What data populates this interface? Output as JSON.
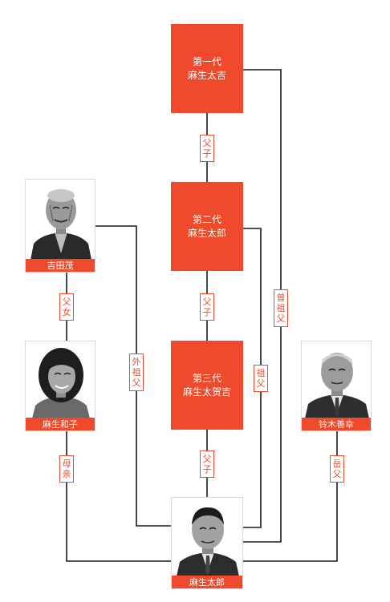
{
  "generations": {
    "first": {
      "line1": "第一代",
      "line2": "麻生太吉"
    },
    "second": {
      "line1": "第二代",
      "line2": "麻生太郎"
    },
    "third": {
      "line1": "第三代",
      "line2": "麻生太贺吉"
    }
  },
  "people": {
    "yoshida": {
      "name": "吉田茂"
    },
    "kazuko": {
      "name": "麻生和子"
    },
    "suzuki": {
      "name": "铃木善幸"
    },
    "taro": {
      "name": "麻生太郎"
    }
  },
  "relations": {
    "father_son_1": "父子",
    "father_son_2": "父子",
    "father_son_3": "父子",
    "father_daughter": "父女",
    "maternal_grandfather": "外祖父",
    "grandfather": "祖父",
    "great_grandfather": "曾祖父",
    "mother": "母亲",
    "father_in_law": "岳父"
  },
  "colors": {
    "accent": "#ee4a2b",
    "line": "#1a1a1a"
  }
}
